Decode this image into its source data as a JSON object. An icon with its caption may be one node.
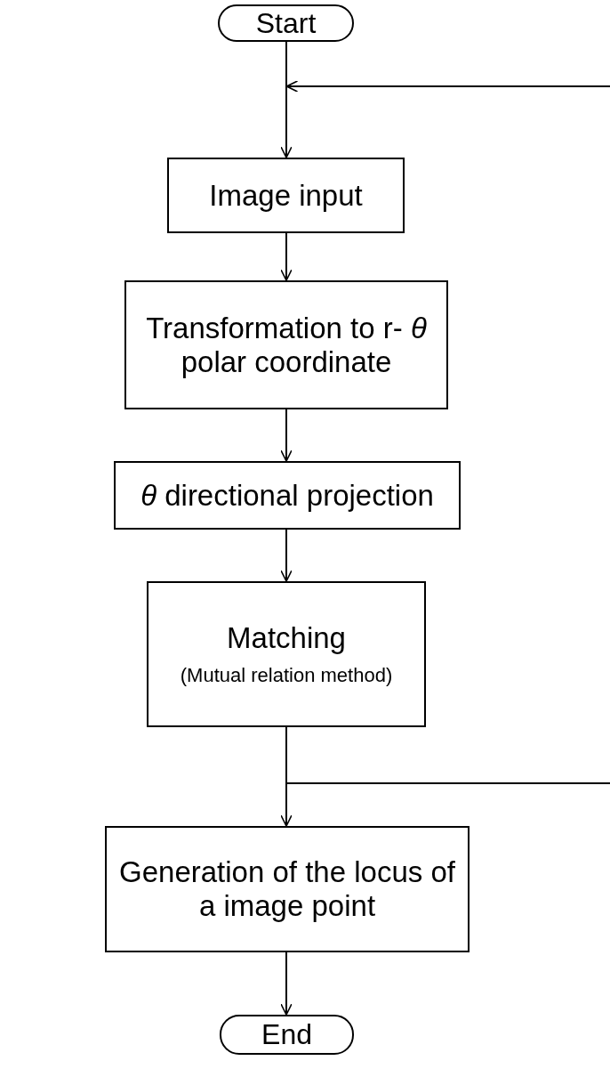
{
  "diagram": {
    "nodes": [
      {
        "text": [
          "Start"
        ]
      },
      {
        "text": [
          "Image input"
        ]
      },
      {
        "text": [
          "Transformation to r- *θ* polar coordinate"
        ]
      },
      {
        "text": [
          "*θ* directional projection"
        ]
      },
      {
        "text": [
          "Matching",
          "(Mutual relation method)"
        ]
      },
      {
        "text": [
          "Generation of the locus of a image point"
        ]
      },
      {
        "text": [
          "End"
        ]
      }
    ],
    "edges": [
      {
        "from": 0,
        "to": 1,
        "arrow": "to"
      },
      {
        "from": 1,
        "to": 2,
        "arrow": "to"
      },
      {
        "from": 2,
        "to": 3,
        "arrow": "to"
      },
      {
        "from": 3,
        "to": 4,
        "arrow": "to"
      },
      {
        "from": 4,
        "to": 5,
        "arrow": "to"
      },
      {
        "from": 5,
        "to": 6,
        "arrow": "to"
      },
      {
        "from": null,
        "to": 1,
        "arrow": "to"
      },
      {
        "from": 4,
        "to": null,
        "arrow": "none"
      }
    ]
  }
}
